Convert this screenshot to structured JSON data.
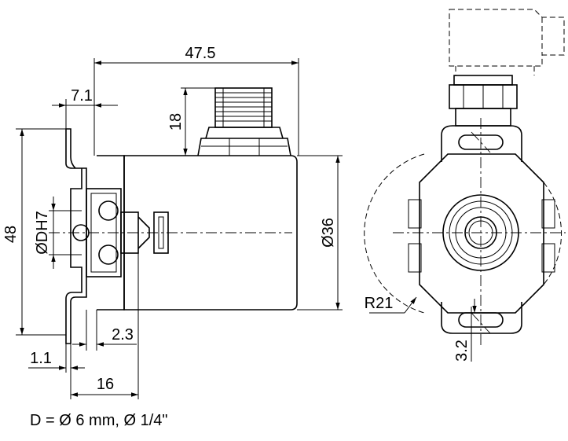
{
  "dimensions": {
    "overall_length": "47.5",
    "flange_offset": "7.1",
    "connector_height": "18",
    "height": "48",
    "bore": "ØDH7",
    "body_diameter": "Ø36",
    "flange_thickness": "2.3",
    "sheet_thickness": "1.1",
    "mount_depth": "16",
    "radius": "R21",
    "slot_width": "3.2"
  },
  "note": "D = Ø 6 mm, Ø 1/4\""
}
